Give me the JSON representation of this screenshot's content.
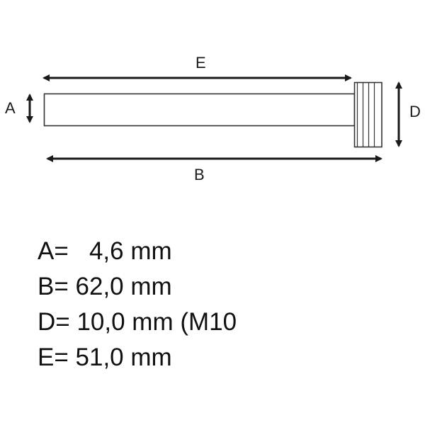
{
  "diagram": {
    "type": "technical-dimension-drawing",
    "subject": "threaded pin / rod with knurled head",
    "labels": {
      "A": "A",
      "B": "B",
      "D": "D",
      "E": "E"
    },
    "colors": {
      "line": "#1a1a1a",
      "outline": "#333333",
      "background": "#ffffff"
    }
  },
  "specs": [
    {
      "key": "A",
      "text": "A=   4,6 mm"
    },
    {
      "key": "B",
      "text": "B= 62,0 mm"
    },
    {
      "key": "D",
      "text": "D= 10,0 mm (M10   "
    },
    {
      "key": "E",
      "text": "E= 51,0 mm"
    }
  ]
}
